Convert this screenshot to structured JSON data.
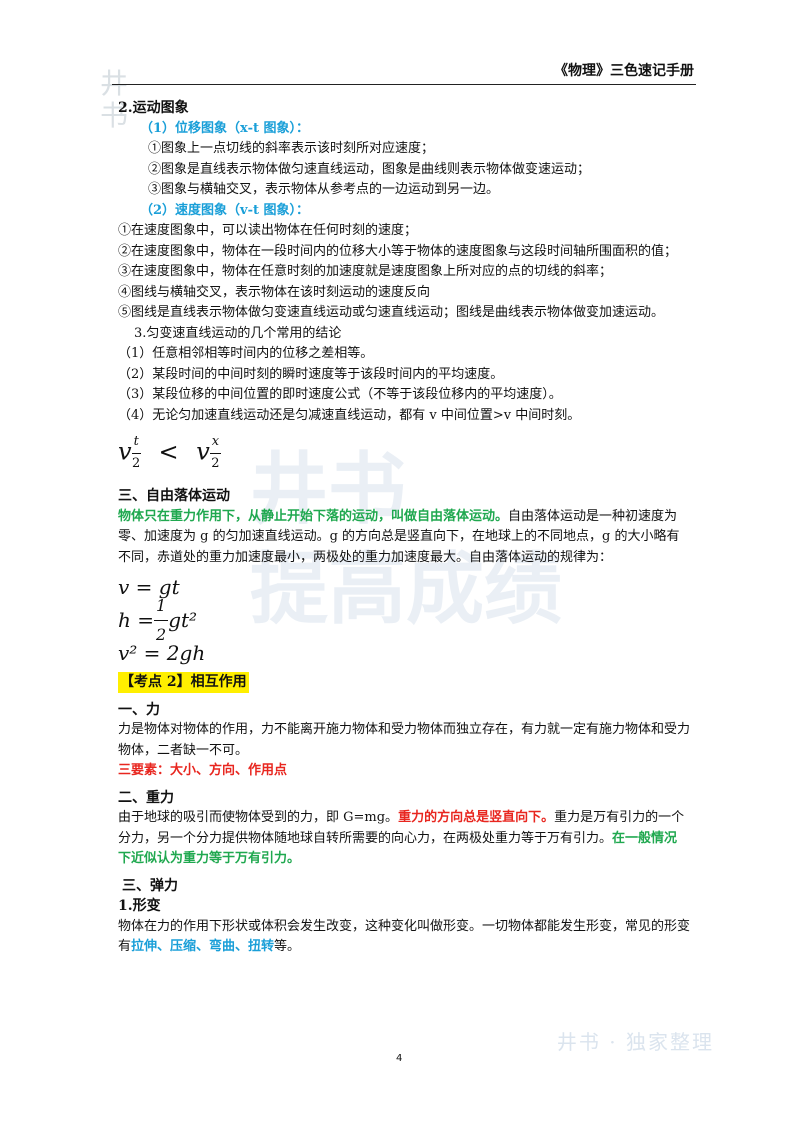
{
  "header": {
    "title": "《物理》三色速记手册"
  },
  "watermarks": {
    "left": "井书",
    "middle": "井书\n提高成绩",
    "bottom": "井书 · 独家整理"
  },
  "section_motion_graphs": {
    "title": "2.运动图象",
    "xt_title": "（1）位移图象（x-t 图象）：",
    "xt_items": [
      "①图象上一点切线的斜率表示该时刻所对应速度；",
      "②图象是直线表示物体做匀速直线运动，图象是曲线则表示物体做变速运动；",
      "③图象与横轴交叉，表示物体从参考点的一边运动到另一边。"
    ],
    "vt_title": "（2）速度图象（v-t 图象）：",
    "vt_items": [
      "①在速度图象中，可以读出物体在任何时刻的速度；",
      "②在速度图象中，物体在一段时间内的位移大小等于物体的速度图象与这段时间轴所围面积的值；",
      "③在速度图象中，物体在任意时刻的加速度就是速度图象上所对应的点的切线的斜率；",
      "④图线与横轴交叉，表示物体在该时刻运动的速度反向",
      "⑤图线是直线表示物体做匀变速直线运动或匀速直线运动；图线是曲线表示物体做变加速运动。"
    ]
  },
  "section_conclusions": {
    "title": "3.匀变速直线运动的几个常用的结论",
    "items": [
      "（1）任意相邻相等时间内的位移之差相等。",
      "（2）某段时间的中间时刻的瞬时速度等于该段时间内的平均速度。",
      "（3）某段位移的中间位置的即时速度公式（不等于该段位移内的平均速度）。",
      "（4）无论匀加速直线运动还是匀减速直线运动，都有 v 中间位置>v 中间时刻。"
    ],
    "inequality": {
      "left_v": "v",
      "left_sub_num": "t",
      "left_sub_den": "2",
      "op": "<",
      "right_v": "v",
      "right_sub_num": "x",
      "right_sub_den": "2"
    }
  },
  "section_free_fall": {
    "title": "三、自由落体运动",
    "definition": "物体只在重力作用下，从静止开始下落的运动，叫做自由落体运动。",
    "body": "自由落体运动是一种初速度为零、加速度为 g 的匀加速直线运动。g 的方向总是竖直向下，在地球上的不同地点，g 的大小略有不同，赤道处的重力加速度最小，两极处的重力加速度最大。自由落体运动的规律为：",
    "formulas": [
      "v = gt",
      "h = ",
      "1",
      "2",
      "gt²",
      "v² = 2gh"
    ]
  },
  "exam_point": {
    "label": "【考点 2】相互作用"
  },
  "section_force": {
    "title": "一、力",
    "body": "力是物体对物体的作用，力不能离开施力物体和受力物体而独立存在，有力就一定有施力物体和受力物体，二者缺一不可。",
    "elements": "三要素：大小、方向、作用点"
  },
  "section_gravity": {
    "title": "二、重力",
    "body_a": "由于地球的吸引而使物体受到的力，即 G=mg。",
    "body_red": "重力的方向总是竖直向下。",
    "body_b": "重力是万有引力的一个分力，另一个分力提供物体随地球自转所需要的向心力，在两极处重力等于万有引力。",
    "body_green": "在一般情况下近似认为重力等于万有引力。"
  },
  "section_elastic": {
    "title": "三、弹力",
    "sub_title": "1.形变",
    "body_a": "物体在力的作用下形状或体积会发生改变，这种变化叫做形变。一切物体都能发生形变，常见的形变有",
    "forms": "拉伸、压缩、弯曲、扭转",
    "body_b": "等。"
  },
  "page_number": "4"
}
